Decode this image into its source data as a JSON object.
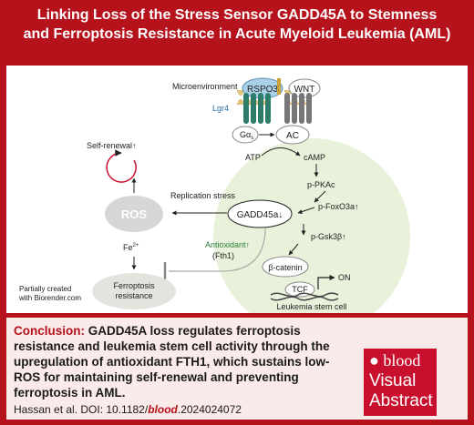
{
  "header": {
    "title_line1": "Linking Loss of the Stress Sensor GADD45A to Stemness",
    "title_line2": "and Ferroptosis Resistance in Acute Myeloid Leukemia (AML)"
  },
  "diagram": {
    "microenvironment": "Microenvironment",
    "rspo3": "RSPO3",
    "wnt": "WNT",
    "lgr4": "Lgr4",
    "gas": "Gα",
    "gas_sub": "s",
    "ac": "AC",
    "atp": "ATP",
    "camp": "cAMP",
    "p_pkac": "p-PKAc",
    "p_foxo3a": "p-FoxO3a↑",
    "gadd45a": "GADD45a↓",
    "p_gsk3b": "p-Gsk3β↑",
    "beta_catenin": "β-catenin",
    "tcf": "TCF",
    "on": "ON",
    "leukemia_stem_cell": "Leukemia stem cell",
    "self_renewal": "Self-renewal↑",
    "ros": "ROS",
    "fe": "Fe",
    "fe_sup": "2+",
    "replication_stress": "Replication stress",
    "antioxidant": "Antioxidant↑",
    "fth1": "(Fth1)",
    "ferroptosis_line1": "Ferroptosis",
    "ferroptosis_line2": "resistance",
    "credit_line1": "Partially created",
    "credit_line2": "with Biorender.com"
  },
  "conclusion": {
    "lead": "Conclusion:",
    "text": "GADD45A loss regulates ferroptosis resistance and leukemia stem cell activity through the upregulation of antioxidant FTH1, which sustains low-ROS for maintaining self-renewal and preventing ferroptosis in AML."
  },
  "citation": {
    "prefix": "Hassan et al. DOI: 10.1182/",
    "journal": "blood",
    "suffix": ".2024024072"
  },
  "badge": {
    "brand": "blood",
    "line1": "Visual",
    "line2": "Abstract"
  },
  "colors": {
    "brand_red": "#b5121b",
    "receptor_green": "#2e7d6b",
    "antioxidant_green": "#2e7d3a",
    "cell_fill": "#e8f2da"
  }
}
